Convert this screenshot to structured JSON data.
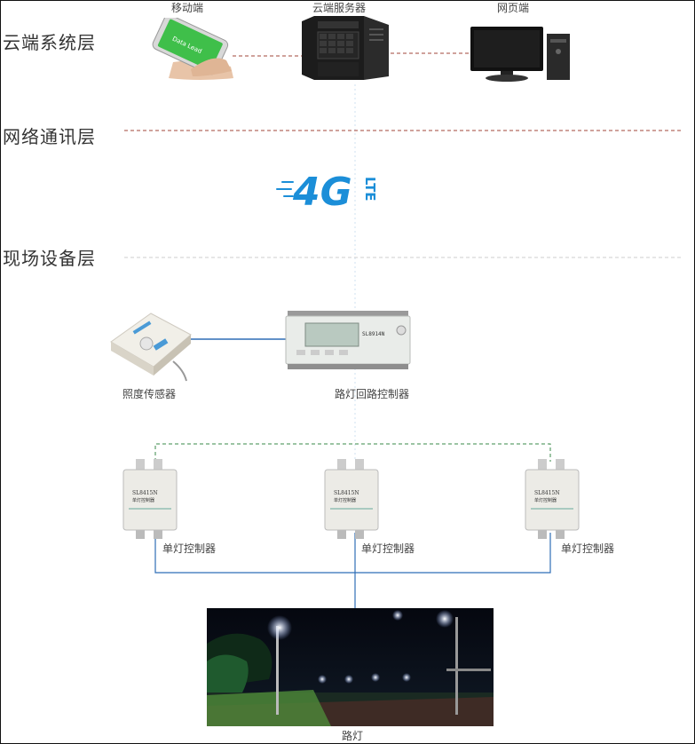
{
  "layers": {
    "cloud": "云端系统层",
    "network": "网络通讯层",
    "field": "现场设备层"
  },
  "devices": {
    "mobile": "移动端",
    "server": "云端服务器",
    "web": "网页端",
    "light_sensor": "照度传感器",
    "loop_controller": "路灯回路控制器",
    "single_controller": "单灯控制器",
    "street_light": "路灯"
  },
  "network_logo": {
    "main": "4G",
    "sub": "LTE"
  },
  "device_text": {
    "loop_model": "SL8914N",
    "single_model": "SL8415N",
    "single_sub": "单灯控制器",
    "phone_brand": "Data Lead"
  },
  "colors": {
    "dash_red": "#a0463a",
    "dash_green": "#3a8a4a",
    "link_blue": "#2e6db6",
    "logo_blue": "#1b8ed8"
  }
}
